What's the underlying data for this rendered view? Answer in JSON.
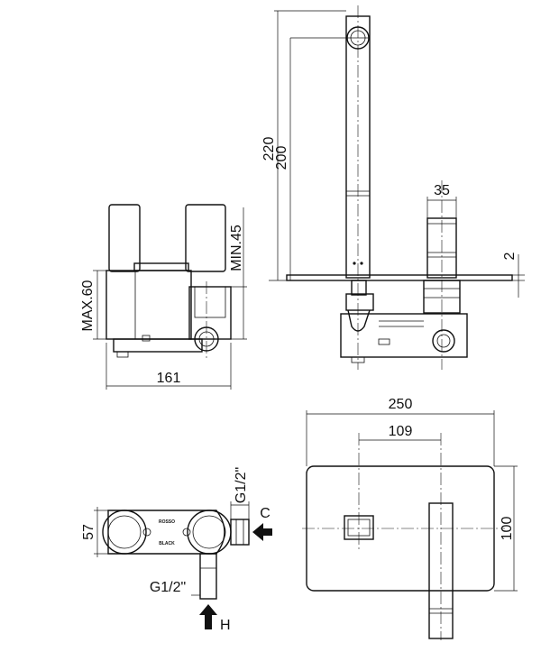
{
  "dimensions": {
    "side_height_total": "220",
    "side_height_spout": "200",
    "handle_width": "35",
    "plate_thickness": "2",
    "front_max_depth": "MAX.60",
    "front_min_depth": "MIN.45",
    "front_width": "161",
    "top_plate_width": "250",
    "top_centers": "109",
    "top_plate_height": "100",
    "body_depth": "57",
    "inlet_side": "G1/2\"",
    "inlet_bottom": "G1/2\""
  },
  "labels": {
    "cold_inlet": "C",
    "hot_inlet": "H",
    "body_mark_top": "ROSSO",
    "body_mark_bottom": "BLACK"
  }
}
